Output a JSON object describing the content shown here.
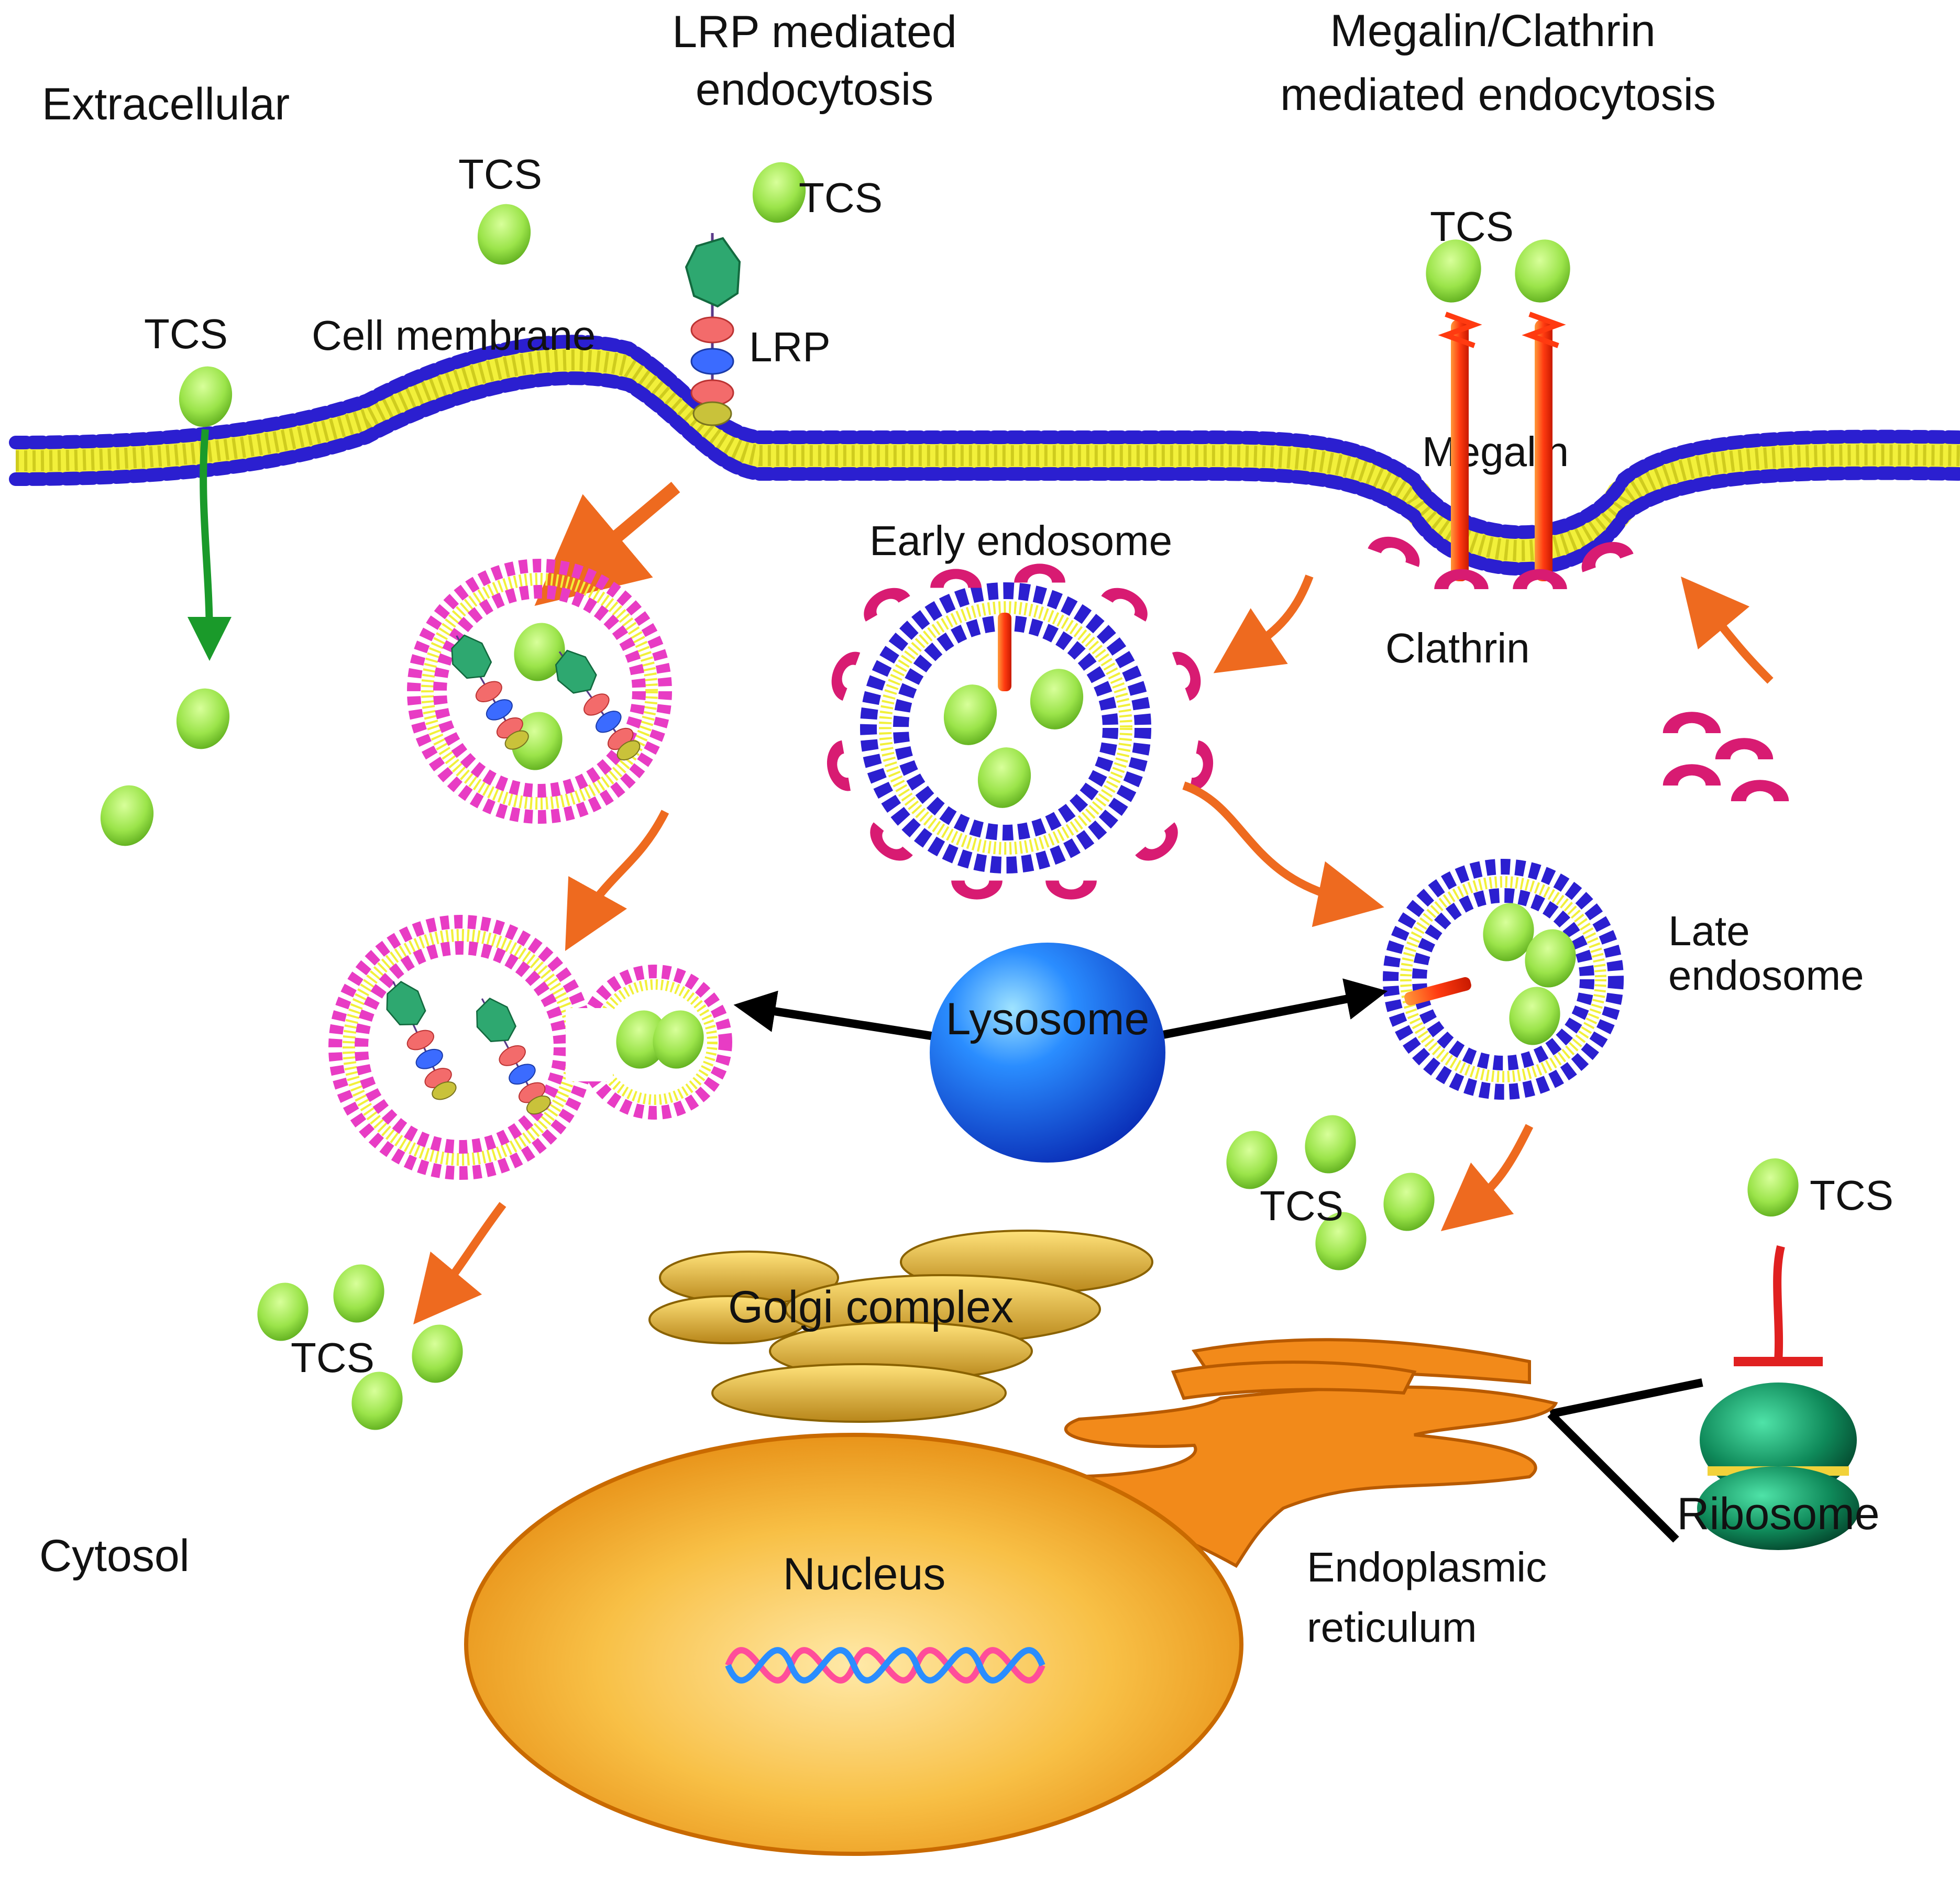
{
  "labels": {
    "extracellular": "Extracellular",
    "cytosol": "Cytosol",
    "lrp_title_line1": "LRP mediated",
    "lrp_title_line2": "endocytosis",
    "megalin_title_line1": "Megalin/Clathrin",
    "megalin_title_line2": "mediated endocytosis",
    "cell_membrane": "Cell membrane",
    "lrp": "LRP",
    "megalin": "Megalin",
    "clathrin": "Clathrin",
    "early_endosome": "Early endosome",
    "late_endosome_line1": "Late",
    "late_endosome_line2": "endosome",
    "lysosome": "Lysosome",
    "golgi": "Golgi complex",
    "nucleus": "Nucleus",
    "er_line1": "Endoplasmic",
    "er_line2": "reticulum",
    "ribosome": "Ribosome",
    "tcs": "TCS"
  },
  "colors": {
    "tcs": "#9be44a",
    "membrane_head": "#2b1fd0",
    "membrane_tail": "#f2f03a",
    "vesicle_head": "#e83cc4",
    "clathrin": "#d81b72",
    "megalin": "#ff4a1a",
    "lysosome": "#1a6bff",
    "nucleus": "#f7a51c",
    "er": "#f28a1a",
    "golgi": "#d9a520",
    "ribosome": "#0f8a5a",
    "arrow_orange": "#ee6a1f",
    "arrow_green": "#1a9a2a",
    "arrow_black": "#000000"
  }
}
